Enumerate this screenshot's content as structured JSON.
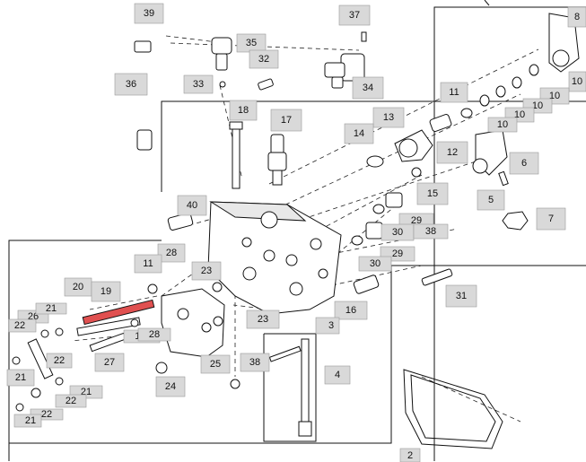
{
  "callouts": [
    {
      "id": "c39",
      "label": "39"
    },
    {
      "id": "c37",
      "label": "37"
    },
    {
      "id": "c8",
      "label": "8"
    },
    {
      "id": "c35",
      "label": "35"
    },
    {
      "id": "c32",
      "label": "32"
    },
    {
      "id": "c36",
      "label": "36"
    },
    {
      "id": "c33",
      "label": "33"
    },
    {
      "id": "c34",
      "label": "34"
    },
    {
      "id": "c11a",
      "label": "11"
    },
    {
      "id": "c10a",
      "label": "10"
    },
    {
      "id": "c10b",
      "label": "10"
    },
    {
      "id": "c10c",
      "label": "10"
    },
    {
      "id": "c10d",
      "label": "10"
    },
    {
      "id": "c10e",
      "label": "10"
    },
    {
      "id": "c18",
      "label": "18"
    },
    {
      "id": "c17",
      "label": "17"
    },
    {
      "id": "c13",
      "label": "13"
    },
    {
      "id": "c14",
      "label": "14"
    },
    {
      "id": "c12",
      "label": "12"
    },
    {
      "id": "c6",
      "label": "6"
    },
    {
      "id": "c15",
      "label": "15"
    },
    {
      "id": "c5",
      "label": "5"
    },
    {
      "id": "c40",
      "label": "40"
    },
    {
      "id": "c29a",
      "label": "29"
    },
    {
      "id": "c7",
      "label": "7"
    },
    {
      "id": "c30a",
      "label": "30"
    },
    {
      "id": "c38a",
      "label": "38"
    },
    {
      "id": "c28a",
      "label": "28"
    },
    {
      "id": "c29b",
      "label": "29"
    },
    {
      "id": "c30b",
      "label": "30"
    },
    {
      "id": "c11b",
      "label": "11"
    },
    {
      "id": "c23a",
      "label": "23"
    },
    {
      "id": "c31",
      "label": "31"
    },
    {
      "id": "c20",
      "label": "20"
    },
    {
      "id": "c19",
      "label": "19"
    },
    {
      "id": "c26",
      "label": "26"
    },
    {
      "id": "c21a",
      "label": "21"
    },
    {
      "id": "c22a",
      "label": "22"
    },
    {
      "id": "c23b",
      "label": "23"
    },
    {
      "id": "c16",
      "label": "16"
    },
    {
      "id": "c3",
      "label": "3"
    },
    {
      "id": "c11c",
      "label": "11"
    },
    {
      "id": "c28b",
      "label": "28"
    },
    {
      "id": "c22b",
      "label": "22"
    },
    {
      "id": "c27",
      "label": "27"
    },
    {
      "id": "c25",
      "label": "25"
    },
    {
      "id": "c38b",
      "label": "38"
    },
    {
      "id": "c21b",
      "label": "21"
    },
    {
      "id": "c21c",
      "label": "21"
    },
    {
      "id": "c22c",
      "label": "22"
    },
    {
      "id": "c24",
      "label": "24"
    },
    {
      "id": "c4",
      "label": "4"
    },
    {
      "id": "c22d",
      "label": "22"
    },
    {
      "id": "c21d",
      "label": "21"
    },
    {
      "id": "c2",
      "label": "2"
    }
  ]
}
